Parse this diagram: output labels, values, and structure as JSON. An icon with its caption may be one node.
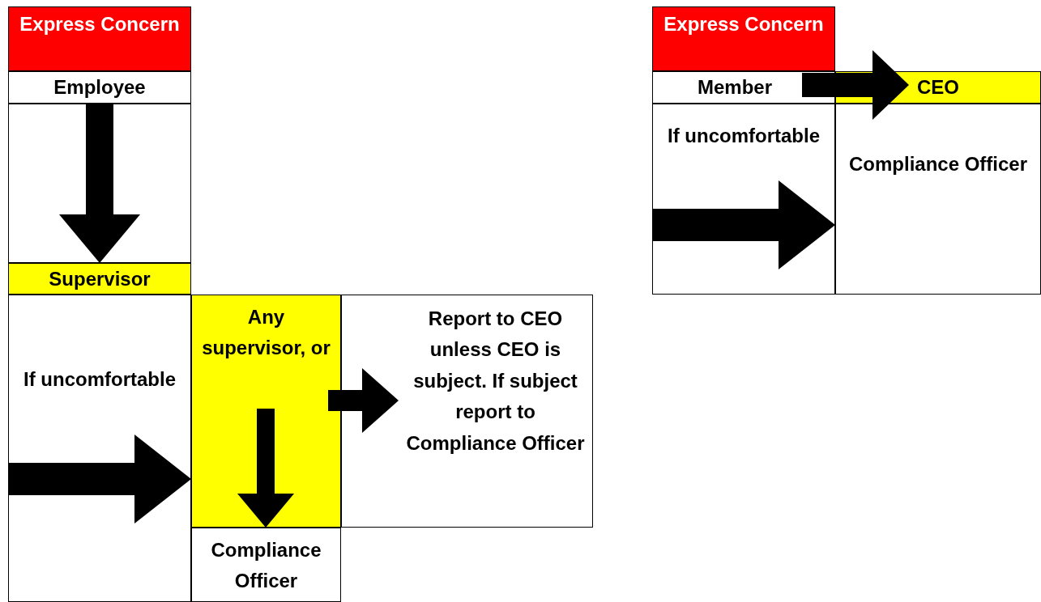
{
  "diagram": {
    "nodes": [
      {
        "text": [
          "Express Concern"
        ]
      },
      {
        "text": [
          "Employee"
        ]
      },
      {
        "text": [
          "Supervisor"
        ]
      },
      {
        "text": [
          "If uncomfortable"
        ]
      },
      {
        "text": [
          "Any supervisor, or"
        ]
      },
      {
        "text": [
          "Report to CEO unless CEO is subject. If subject report to Compliance Officer"
        ]
      },
      {
        "text": [
          "Compliance Officer"
        ]
      },
      {
        "text": [
          "Express Concern"
        ]
      },
      {
        "text": [
          "Member"
        ]
      },
      {
        "text": [
          "CEO"
        ]
      },
      {
        "text": [
          "If uncomfortable"
        ]
      },
      {
        "text": [
          "Compliance Officer"
        ]
      }
    ],
    "edges": [
      {
        "from": 1,
        "to": 2,
        "arrow": "to"
      },
      {
        "from": 3,
        "to": 4,
        "arrow": "to"
      },
      {
        "from": 4,
        "to": 6,
        "arrow": "to"
      },
      {
        "from": 4,
        "to": 5,
        "arrow": "to"
      },
      {
        "from": 8,
        "to": 9,
        "arrow": "to"
      },
      {
        "from": 10,
        "to": 11,
        "arrow": "to"
      }
    ]
  }
}
